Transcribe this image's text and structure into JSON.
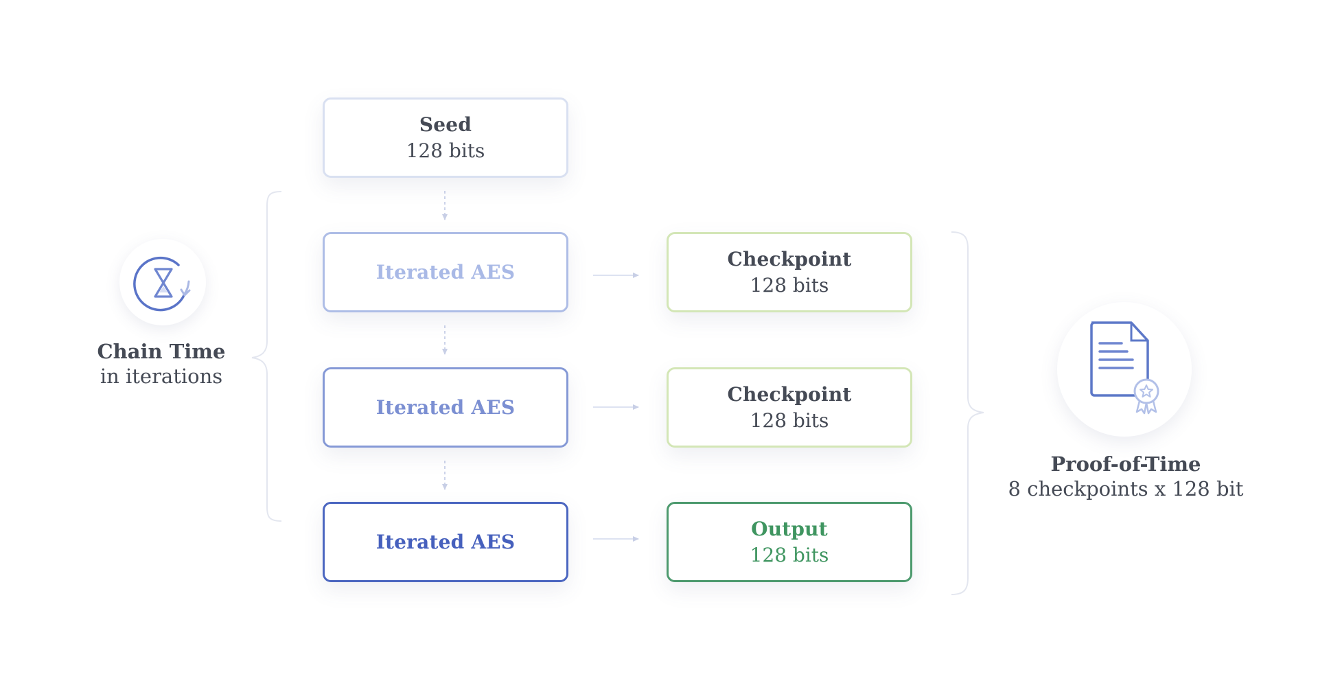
{
  "seed": {
    "title": "Seed",
    "sub": "128 bits"
  },
  "aes": [
    {
      "title": "Iterated AES"
    },
    {
      "title": "Iterated AES"
    },
    {
      "title": "Iterated AES"
    }
  ],
  "checkpoints": [
    {
      "title": "Checkpoint",
      "sub": "128 bits"
    },
    {
      "title": "Checkpoint",
      "sub": "128 bits"
    }
  ],
  "output": {
    "title": "Output",
    "sub": "128 bits"
  },
  "chain_time": {
    "title": "Chain Time",
    "sub": "in iterations",
    "icon": "hourglass-cycle-icon"
  },
  "proof_of_time": {
    "title": "Proof-of-Time",
    "sub": "8 checkpoints x 128 bit",
    "icon": "certificate-document-icon"
  },
  "colors": {
    "aes_light": "#aebde6",
    "aes_mid": "#8599d6",
    "aes_dark": "#4b66c0",
    "checkpoint": "#d3e6b6",
    "output": "#4d9a6e",
    "text": "#454a55"
  }
}
